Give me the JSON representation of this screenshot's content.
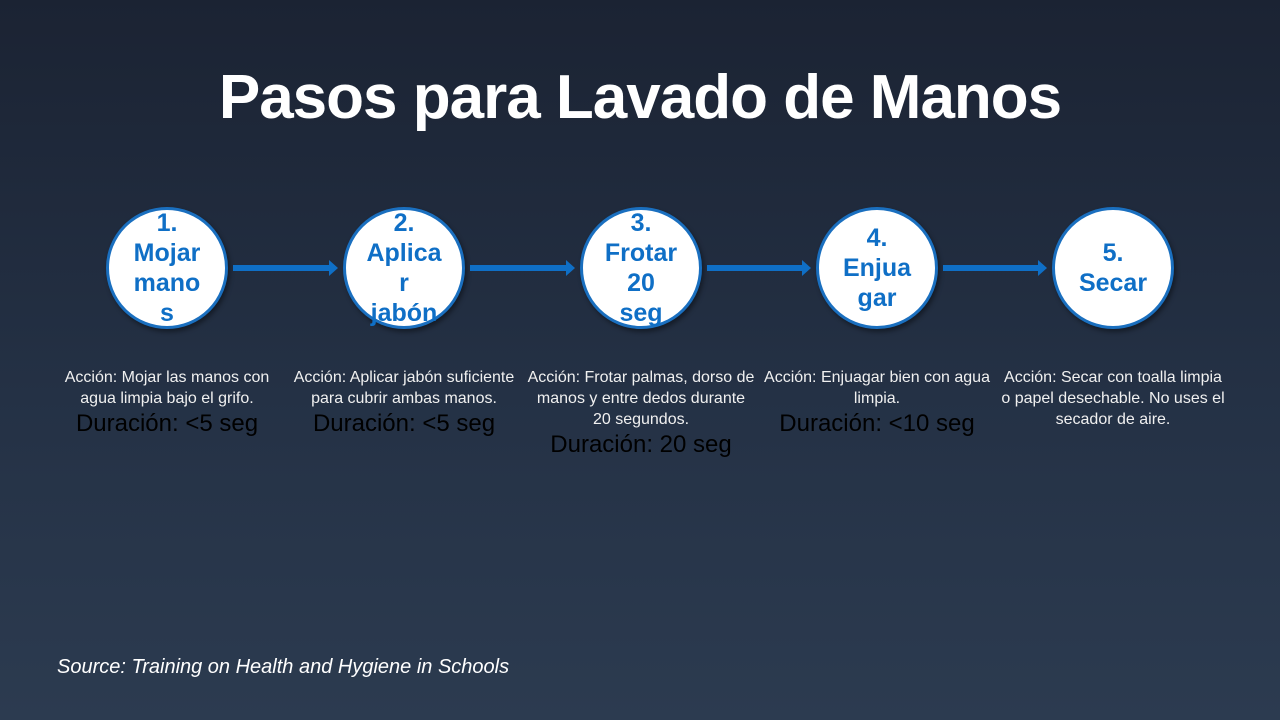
{
  "title": "Pasos para Lavado de Manos",
  "steps": [
    {
      "label_lines": [
        "1.",
        "Mojar",
        "mano",
        "s"
      ],
      "action": "Acción: Mojar las manos con agua limpia bajo el grifo.",
      "duration": "Duración: <5 seg"
    },
    {
      "label_lines": [
        "2.",
        "Aplica",
        "r",
        "jabón"
      ],
      "action": "Acción: Aplicar jabón suficiente para cubrir ambas manos.",
      "duration": "Duración: <5 seg"
    },
    {
      "label_lines": [
        "3.",
        "Frotar",
        "20",
        "seg"
      ],
      "action": "Acción: Frotar palmas, dorso de manos y entre dedos durante 20 segundos.",
      "duration": "Duración: 20 seg"
    },
    {
      "label_lines": [
        "4.",
        "Enjua",
        "gar"
      ],
      "action": "Acción: Enjuagar bien con agua limpia.",
      "duration": "Duración: <10 seg"
    },
    {
      "label_lines": [
        "5.",
        "Secar"
      ],
      "action": "Acción: Secar con toalla limpia o papel desechable. No uses el secador de aire.",
      "duration": ""
    }
  ],
  "source": "Source: Training on Health and Hygiene in Schools",
  "colors": {
    "accent": "#0f6fc6",
    "circle_fill": "#ffffff"
  }
}
